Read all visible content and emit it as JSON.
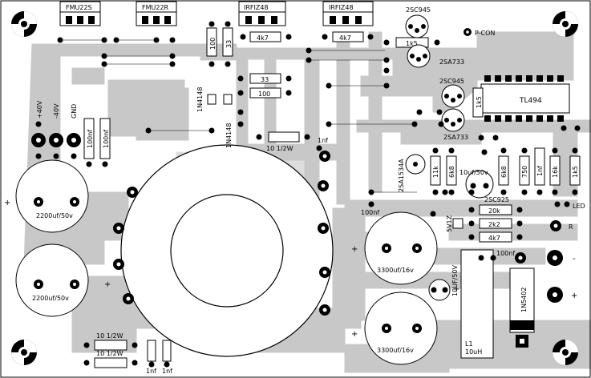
{
  "labels": {
    "fmu22s": "FMU22S",
    "fmu22r": "FMU22R",
    "irfiz48_1": "IRFIZ48",
    "irfiz48_2": "IRFIZ48",
    "r100_a": "100",
    "r33_a": "33",
    "r4k7_a": "4k7",
    "r4k7_b": "4k7",
    "r33_b": "33",
    "r100_b": "100",
    "d1n4148_a": "1N4148",
    "d1n4148_b": "1N4148",
    "r10_1_2w": "10 1/2W",
    "c1nf_a": "1nf",
    "q2sc945_a": "2SC945",
    "r1k5_a": "1k5",
    "p_con": "P-CON",
    "q2sa733_a": "2SA733",
    "q2sc945_b": "2SC945",
    "r1k5_b": "1k5",
    "ic_tl494": "TL494",
    "q2sa733_b": "2SA733",
    "plus40v": "+40V",
    "minus40v": "-40V",
    "gnd": "GND",
    "c100nf_a": "100nf",
    "c100nf_b": "100nf",
    "c2200_a": "2200uf/50v",
    "c2200_b": "2200uf/50v",
    "plus_a": "+",
    "plus_b": "+",
    "q2sa1534a": "2SA1534A",
    "r11k": "11k",
    "r6k8_a": "6k8",
    "c10uf50v": "10uf/50v",
    "r6k8_b": "6k8",
    "r750": "750",
    "c1nf_b": "1nf",
    "r16k": "16k",
    "r1k5_c": "1k5",
    "led": "LED",
    "q2sc925": "2SC925",
    "c100nf_c": "100nf",
    "r20k": "20k",
    "zener_5v1": "5V1Z",
    "r2k2": "2k2",
    "r4k7_c": "4k7",
    "r_label": "R",
    "c3300_a": "3300uf/16v",
    "c3300_b": "3300uf/16v",
    "plus_c": "+",
    "plus_d": "+",
    "plus_e": "+",
    "c10uf50v_b": "10UF/50V",
    "c100nf_d": "100nf",
    "d1n5402": "1N5402",
    "minus_out": "-",
    "plus_out": "+",
    "l1": "L1",
    "l1_val": "10uH",
    "r10_1_2w_b": "10 1/2W",
    "r10_1_2w_c": "10 1/2W",
    "c1nf_c": "1nf",
    "c1nf_d": "1nf"
  },
  "colors": {
    "copper": "#c8c8c8",
    "pad": "#000000",
    "silk": "#000000",
    "background": "#ffffff"
  }
}
